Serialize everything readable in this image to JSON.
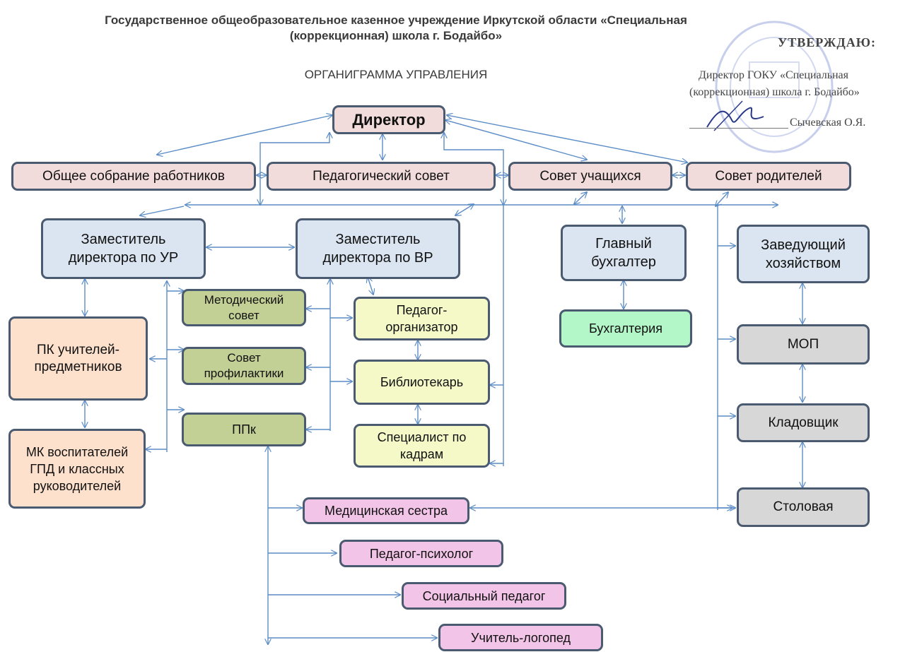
{
  "header": {
    "institution": "Государственное общеобразовательное казенное учреждение Иркутской области «Специальная (коррекционная) школа г. Бодайбо»",
    "title": "ОРГАНИГРАММА УПРАВЛЕНИЯ"
  },
  "approval": {
    "heading": "УТВЕРЖДАЮ:",
    "line1": "Директор ГОКУ «Специальная",
    "line2": "(коррекционная) школа г. Бодайбо»",
    "signer": "Сычевская О.Я."
  },
  "nodes": {
    "director": "Директор",
    "general_meeting": "Общее собрание работников",
    "ped_council": "Педагогический совет",
    "student_council": "Совет учащихся",
    "parent_council": "Совет родителей",
    "deputy_ur": "Заместитель директора по УР",
    "deputy_vr": "Заместитель директора по ВР",
    "chief_accountant": "Главный бухгалтер",
    "accounting": "Бухгалтерия",
    "supply_manager": "Заведующий хозяйством",
    "method_council": "Методический совет",
    "prevention_council": "Совет профилактики",
    "ppk": "ППк",
    "ped_organizer": "Педагог-организатор",
    "librarian": "Библиотекарь",
    "hr_specialist": "Специалист по кадрам",
    "pk_teachers": "ПК учителей-предметников",
    "mk_educators": "МК воспитателей ГПД и классных руководителей",
    "mop": "МОП",
    "storekeeper": "Кладовщик",
    "canteen": "Столовая",
    "nurse": "Медицинская сестра",
    "psychologist": "Педагог-психолог",
    "social_pedagogue": "Социальный педагог",
    "speech_therapist": "Учитель-логопед"
  },
  "colors": {
    "governance": "#f2dcdb",
    "management": "#dbe5f1",
    "councils": "#c2cf95",
    "staff": "#f5f9c8",
    "teacher_groups": "#fde1cc",
    "accounting": "#b3f7c8",
    "service": "#d7d7d7",
    "specialists": "#f2c4e7",
    "connector": "#5b8cc6",
    "border": "#4a5a70",
    "stamp": "#9aa8dc"
  }
}
